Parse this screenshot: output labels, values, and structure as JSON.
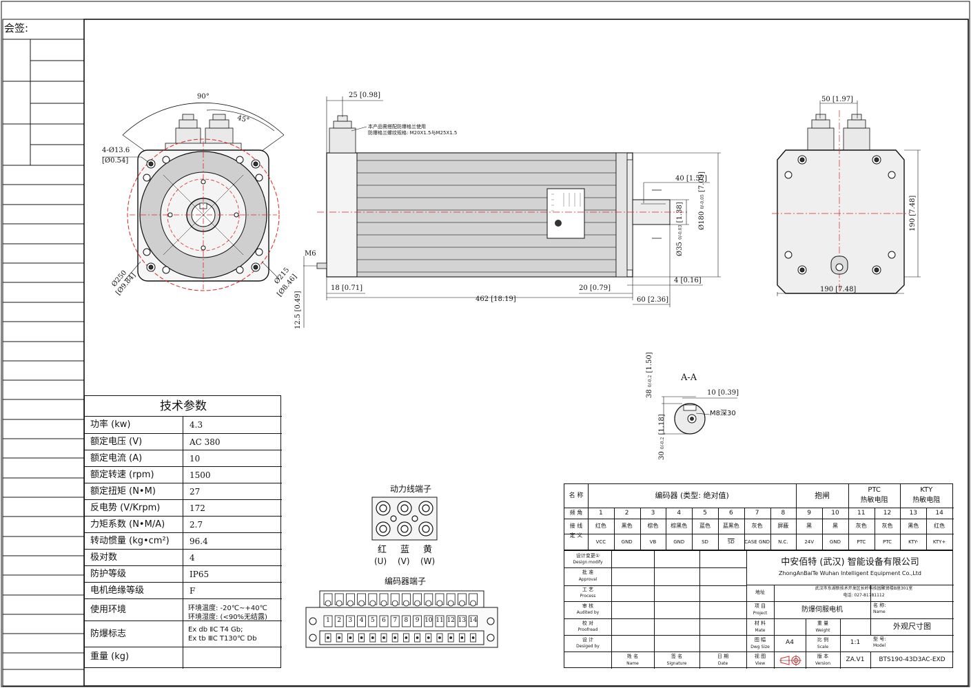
{
  "countersign": {
    "label": "会签:"
  },
  "tech_params": {
    "title": "技术参数",
    "rows": [
      {
        "label": "功率 (kw)",
        "value": "4.3"
      },
      {
        "label": "额定电压 (V)",
        "value": "AC 380"
      },
      {
        "label": "额定电流 (A)",
        "value": "10"
      },
      {
        "label": "额定转速 (rpm)",
        "value": "1500"
      },
      {
        "label": "额定扭矩 (N•M)",
        "value": "27"
      },
      {
        "label": "反电势 (V/Krpm)",
        "value": "172"
      },
      {
        "label": "力矩系数 (N•M/A)",
        "value": "2.7"
      },
      {
        "label": "转动惯量 (kg•cm²)",
        "value": "96.4"
      },
      {
        "label": "极对数",
        "value": "4"
      },
      {
        "label": "防护等级",
        "value": "IP65"
      },
      {
        "label": "电机绝缘等级",
        "value": "F"
      },
      {
        "label": "使用环境",
        "value": "环境温度: -20℃~+40℃",
        "value2": "环境湿度: (<90%无结露)"
      },
      {
        "label": "防爆标志",
        "value": "Ex db ⅡC T4 Gb;",
        "value2": "Ex tb ⅢC T130℃ Db"
      },
      {
        "label": "重量 (kg)",
        "value": ""
      }
    ]
  },
  "front_view": {
    "angle_90": "90°",
    "angle_45": "45°",
    "holes": "4-Ø13.6",
    "holes_in": "[Ø0.54]",
    "dia_250": "Ø250",
    "dia_250_in": "[Ø9.84]",
    "dia_215": "Ø215",
    "dia_215_in": "[Ø8.46]"
  },
  "side_view": {
    "dim_25": "25 [0.98]",
    "note1": "本产品需搭配防爆格兰使用",
    "note2": "防爆格兰螺纹规格: M20X1.5与M25X1.5",
    "dim_40": "40 [1.57]",
    "dim_180": "Ø180",
    "dim_180_tol": "0/-0.05",
    "dim_180_in": "[7.09]",
    "dim_35": "Ø35",
    "dim_35_tol": "0/-0.03",
    "dim_35_in": "[1.38]",
    "m6": "M6",
    "dim_18": "18 [0.71]",
    "dim_20": "20 [0.79]",
    "dim_4": "4 [0.16]",
    "dim_462": "462 [18.19]",
    "dim_60": "60 [2.36]",
    "dim_12_5": "12.5 [0.49]"
  },
  "rear_view": {
    "dim_50": "50 [1.97]",
    "dim_190h": "190 [7.48]",
    "dim_190v": "190 [7.48]"
  },
  "section_aa": {
    "title": "A-A",
    "dim_38": "38",
    "dim_38_tol": "0/-0.2",
    "dim_38_in": "[1.50]",
    "dim_10": "10 [0.39]",
    "m8": "M8深30",
    "dim_30": "30",
    "dim_30_tol": "0/-0.2",
    "dim_30_in": "[1.18]"
  },
  "power_terminal": {
    "title": "动力线端子",
    "colors": [
      "红",
      "蓝",
      "黄"
    ],
    "phases": [
      "(U)",
      "(V)",
      "(W)"
    ]
  },
  "encoder_terminal": {
    "title": "编码器端子",
    "pins": [
      "1",
      "2",
      "3",
      "4",
      "5",
      "6",
      "7",
      "8",
      "9",
      "10",
      "11",
      "12",
      "13",
      "14"
    ]
  },
  "pin_table": {
    "name_label": "名 称",
    "encoder_header": "编码器  (类型: 绝对值)",
    "brake_header": "抱闸",
    "ptc_header1": "PTC",
    "ptc_header2": "热敏电阻",
    "kty_header1": "KTY",
    "kty_header2": "热敏电阻",
    "pin_label": "频 角",
    "wire_label1": "接 线",
    "wire_label2": "定 义",
    "pins": [
      "1",
      "2",
      "3",
      "4",
      "5",
      "6",
      "7",
      "8",
      "9",
      "10",
      "11",
      "12",
      "13",
      "14"
    ],
    "colors": [
      "红色",
      "黑色",
      "棕色",
      "棕黑色",
      "蓝色",
      "蓝黑色",
      "灰色",
      "屏蔽",
      "黑",
      "黑",
      "灰色",
      "灰色",
      "黑色",
      "红色"
    ],
    "defs": [
      "VCC",
      "GND",
      "VB",
      "GND",
      "SD",
      "SD",
      "CASE GND",
      "N.C.",
      "24V",
      "GND",
      "PTC",
      "PTC",
      "KTY-",
      "KTY+"
    ]
  },
  "title_block": {
    "design_modify": "设计变更①",
    "design_modify_en": "Design modify",
    "approval": "批 准",
    "approval_en": "Approval",
    "process": "工 艺",
    "process_en": "Process",
    "audited": "审 核",
    "audited_en": "Audited by",
    "proofread": "校 对",
    "proofread_en": "Proofread",
    "designed": "设 计",
    "designed_en": "Desiged by",
    "name_col": "姓 名",
    "name_col_en": "Name",
    "signature_col": "签 名",
    "signature_col_en": "Signature",
    "date_col": "日 期",
    "date_col_en": "Date",
    "company_cn": "中安佰特 (武汉) 智能设备有限公司",
    "company_en": "ZhongAnBaiTe Wuhan Intelligent Equipment Co.,Ltd",
    "address_label": "地址",
    "address": "武汉市东湖新技术开发区长岭科技园聚贤楼B座301室",
    "phone": "电话: 027-81781112",
    "project_label": "项 目",
    "project_label_en": "Project",
    "project": "防爆伺服电机",
    "name_label": "名 称:",
    "name_label_en": "Name",
    "drawing_name": "外观尺寸图",
    "material_label": "材 料",
    "material_label_en": "Mate",
    "weight_label": "重 量",
    "weight_label_en": "Weight",
    "dwg_size_label": "图 幅",
    "dwg_size_label_en": "Dwg Size",
    "dwg_size": "A4",
    "scale_label": "比 例",
    "scale_label_en": "Scale",
    "scale": "1:1",
    "model_label": "型 号:",
    "model_label_en": "Model",
    "model": "BTS190-43D3AC-EXD",
    "view_label": "视 图",
    "view_label_en": "View",
    "version_label": "版 本",
    "version_label_en": "Version",
    "version": "ZA.V1"
  }
}
